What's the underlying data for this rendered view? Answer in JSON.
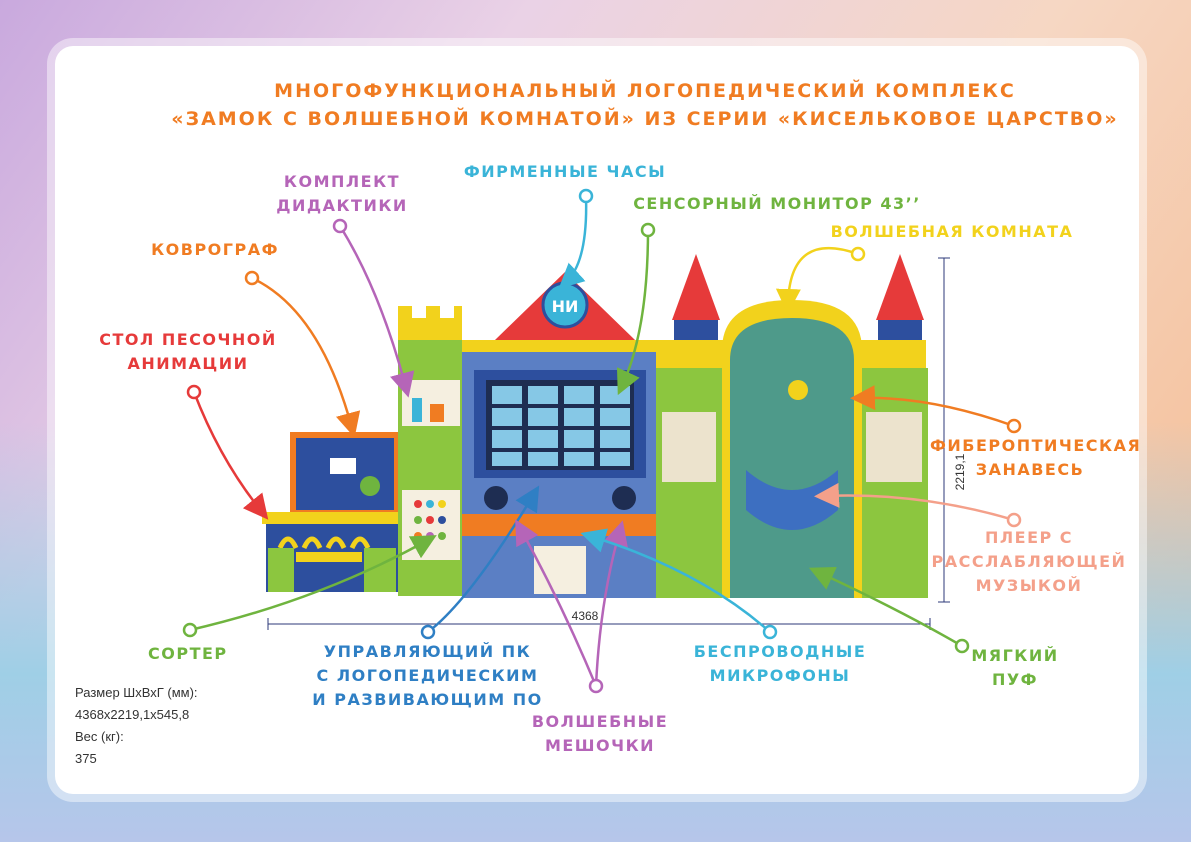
{
  "title": {
    "line1": "МНОГОФУНКЦИОНАЛЬНЫЙ ЛОГОПЕДИЧЕСКИЙ КОМПЛЕКС",
    "line2": "«ЗАМОК С ВОЛШЕБНОЙ КОМНАТОЙ» ИЗ СЕРИИ «КИСЕЛЬКОВОЕ ЦАРСТВО»"
  },
  "labels": {
    "sand_table": {
      "l1": "СТОЛ ПЕСОЧНОЙ",
      "l2": "АНИМАЦИИ",
      "color": "#e63a3a"
    },
    "kovrograf": {
      "l1": "КОВРОГРАФ",
      "color": "#f07c22"
    },
    "didactics": {
      "l1": "КОМПЛЕКТ",
      "l2": "ДИДАКТИКИ",
      "color": "#b565b8"
    },
    "clock": {
      "l1": "ФИРМЕННЫЕ ЧАСЫ",
      "color": "#3ab4d8"
    },
    "monitor": {
      "l1": "СЕНСОРНЫЙ МОНИТОР 43’’",
      "color": "#6fb43f"
    },
    "magic_room": {
      "l1": "ВОЛШЕБНАЯ КОМНАТА",
      "color": "#f2d21c"
    },
    "fiber": {
      "l1": "ФИБЕРОПТИЧЕСКАЯ",
      "l2": "ЗАНАВЕСЬ",
      "color": "#f07c22"
    },
    "player": {
      "l1": "ПЛЕЕР С",
      "l2": "РАССЛАБЛЯЮЩЕЙ",
      "l3": "МУЗЫКОЙ",
      "color": "#f4a08a"
    },
    "sorter": {
      "l1": "СОРТЕР",
      "color": "#6fb43f"
    },
    "pc": {
      "l1": "УПРАВЛЯЮЩИЙ ПК",
      "l2": "С ЛОГОПЕДИЧЕСКИМ",
      "l3": "И РАЗВИВАЮЩИМ ПО",
      "color": "#2f7fc4"
    },
    "bags": {
      "l1": "ВОЛШЕБНЫЕ",
      "l2": "МЕШОЧКИ",
      "color": "#b565b8"
    },
    "mics": {
      "l1": "БЕСПРОВОДНЫЕ",
      "l2": "МИКРОФОНЫ",
      "color": "#3ab4d8"
    },
    "puf": {
      "l1": "МЯГКИЙ",
      "l2": "ПУФ",
      "color": "#6fb43f"
    }
  },
  "dimensions": {
    "width": "4368",
    "height": "2219,1"
  },
  "logo_text": "НИ",
  "specs": {
    "size_label": "Размер ШхВхГ (мм):",
    "size_value": "4368x2219,1x545,8",
    "weight_label": "Вес (кг):",
    "weight_value": "375"
  }
}
